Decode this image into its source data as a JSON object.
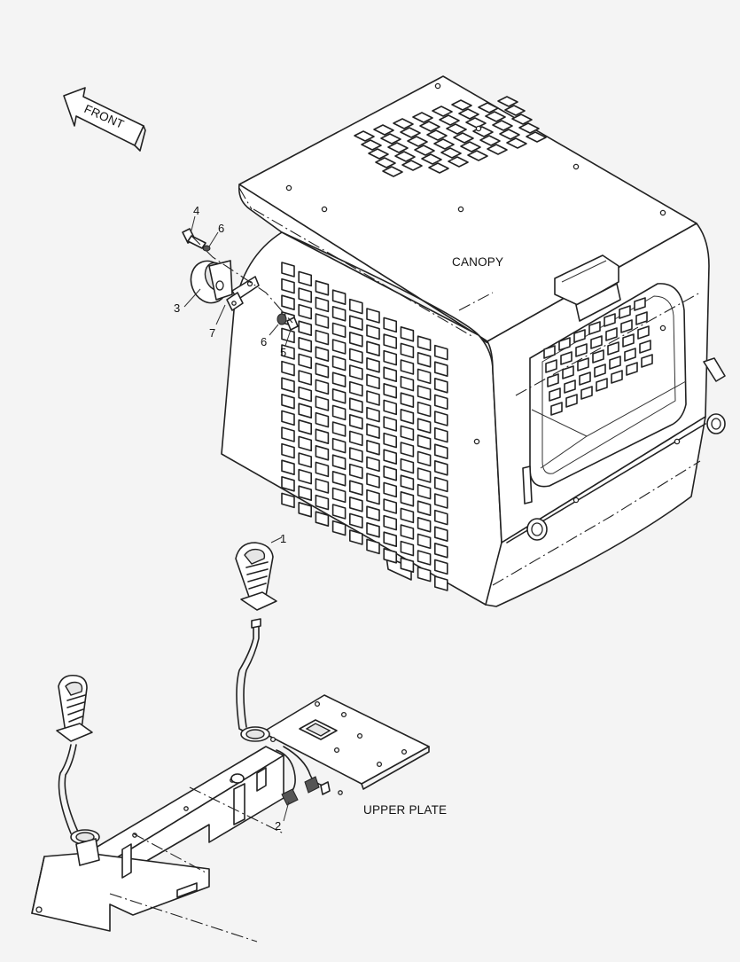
{
  "orientation": {
    "arrow_label": "FRONT"
  },
  "assemblies": {
    "canopy": "CANOPY",
    "upper_plate": "UPPER PLATE"
  },
  "callouts": [
    {
      "num": "1",
      "part": "joystick-right"
    },
    {
      "num": "2",
      "part": "wire-harness"
    },
    {
      "num": "3",
      "part": "horn"
    },
    {
      "num": "4",
      "part": "bolt"
    },
    {
      "num": "5",
      "part": "nut"
    },
    {
      "num": "6",
      "part": "washer-upper"
    },
    {
      "num": "6",
      "part": "washer-lower"
    },
    {
      "num": "7",
      "part": "bracket"
    }
  ],
  "colors": {
    "line": "#222222",
    "background": "#f4f4f4",
    "panel": "#ffffff"
  }
}
